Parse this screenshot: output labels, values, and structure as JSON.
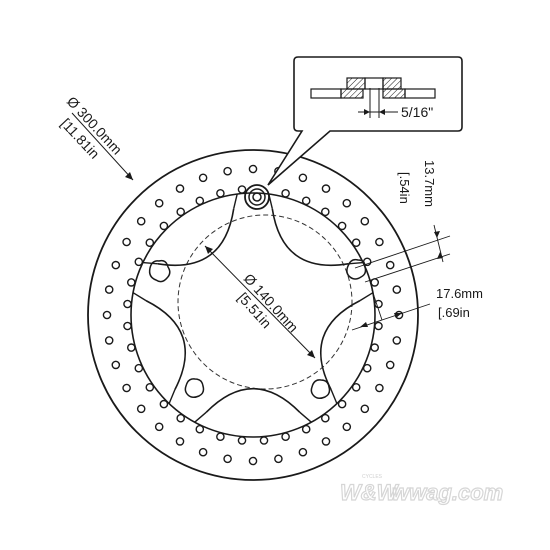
{
  "dimensions": {
    "outer_diameter_mm": "Ø 300.0mm",
    "outer_diameter_in": "[11.81in",
    "center_bore_mm": "Ø 140.0mm",
    "center_bore_in": "[5.51in",
    "bolt_slot_mm": "13.7mm",
    "bolt_slot_in": "[.54in",
    "bolt_spacing_mm": "17.6mm",
    "bolt_spacing_in": "[.69in",
    "detail_hole": "5/16\""
  },
  "watermark": {
    "brand": "W&W",
    "site": "wwag.com",
    "tagline": "CYCLES"
  },
  "colors": {
    "line": "#1a1a1a",
    "watermark": "#d6d6d6"
  }
}
